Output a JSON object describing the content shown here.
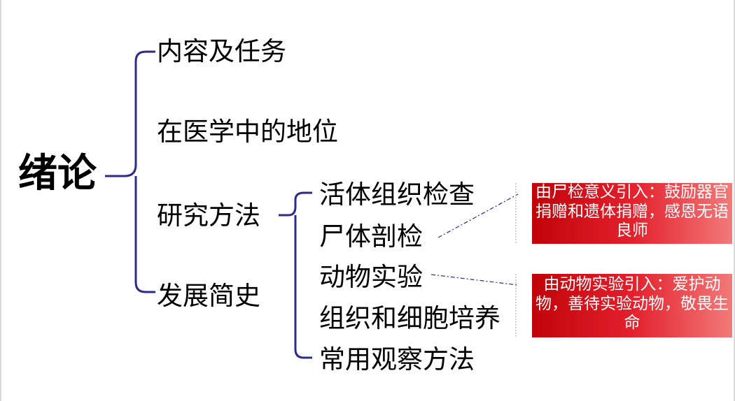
{
  "root": {
    "label": "绪论"
  },
  "branches": [
    {
      "label": "内容及任务"
    },
    {
      "label": "在医学中的地位"
    },
    {
      "label": "研究方法"
    },
    {
      "label": "发展简史"
    }
  ],
  "methods": [
    {
      "label": "活体组织检查"
    },
    {
      "label": "尸体剖检"
    },
    {
      "label": "动物实验"
    },
    {
      "label": "组织和细胞培养"
    },
    {
      "label": "常用观察方法"
    }
  ],
  "notes": [
    {
      "text": "由尸检意义引入：鼓励器官捐赠和遗体捐赠，感恩无语良师"
    },
    {
      "text": "由动物实验引入：爱护动物，善待实验动物，敬畏生命"
    }
  ],
  "colors": {
    "bracket": "#2b2b8c",
    "note_bg": "#d9141f",
    "note_text": "#ffffff"
  }
}
